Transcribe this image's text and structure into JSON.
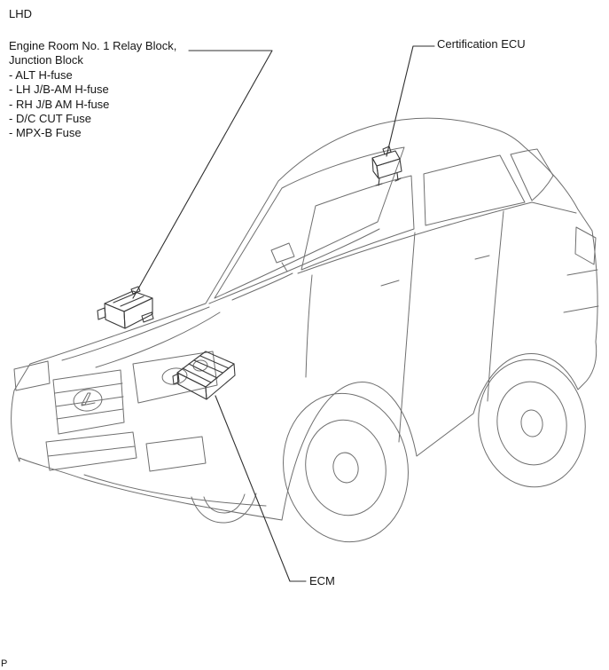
{
  "page": {
    "orientation_label": "LHD",
    "footer_text": "P"
  },
  "callouts": {
    "relay_block": {
      "line1": "Engine Room No. 1 Relay Block,",
      "line2": "Junction Block",
      "items": [
        "- ALT H-fuse",
        "- LH J/B-AM H-fuse",
        "- RH J/B AM H-fuse",
        "- D/C CUT Fuse",
        "- MPX-B Fuse"
      ]
    },
    "certification_ecu": {
      "label": "Certification ECU"
    },
    "ecm": {
      "label": "ECM"
    }
  },
  "illustration": {
    "subject": "sedan-three-quarter-front-left-line-art",
    "line_color": "#6f6f6f",
    "component_color": "#3a3a3a",
    "leader_color": "#2f2f2f"
  }
}
